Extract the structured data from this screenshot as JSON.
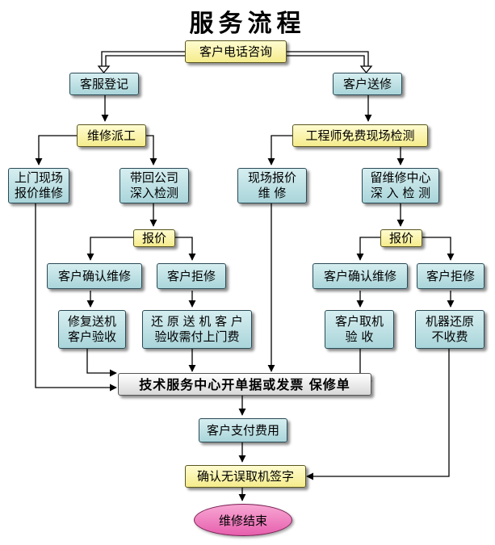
{
  "title": "服务流程",
  "nodes": {
    "phone_consult": "客户电话咨询",
    "service_register": "客服登记",
    "customer_deliver": "客户送修",
    "dispatch": "维修派工",
    "engineer_check": "工程师免费现场检测",
    "onsite_repair": "上门现场\n报价维修",
    "return_company": "带回公司\n深入检测",
    "onsite_quote": "现场报价\n维  修",
    "stay_center": "留维修中心\n深 入 检 测",
    "quote_left": "报价",
    "quote_right": "报价",
    "confirm_left": "客户确认维修",
    "refuse_left": "客户拒修",
    "confirm_right": "客户确认维修",
    "refuse_right": "客户拒修",
    "repair_deliver": "修复送机\n客户验收",
    "return_deliver": "还 原 送 机 客 户\n验收需付上门费",
    "customer_pickup": "客户取机\n验  收",
    "restore_free": "机器还原\n不收费",
    "invoice": "技术服务中心开单据或发票  保修单",
    "pay": "客户支付费用",
    "confirm_sign": "确认无误取机签字",
    "end": "维修结束"
  }
}
